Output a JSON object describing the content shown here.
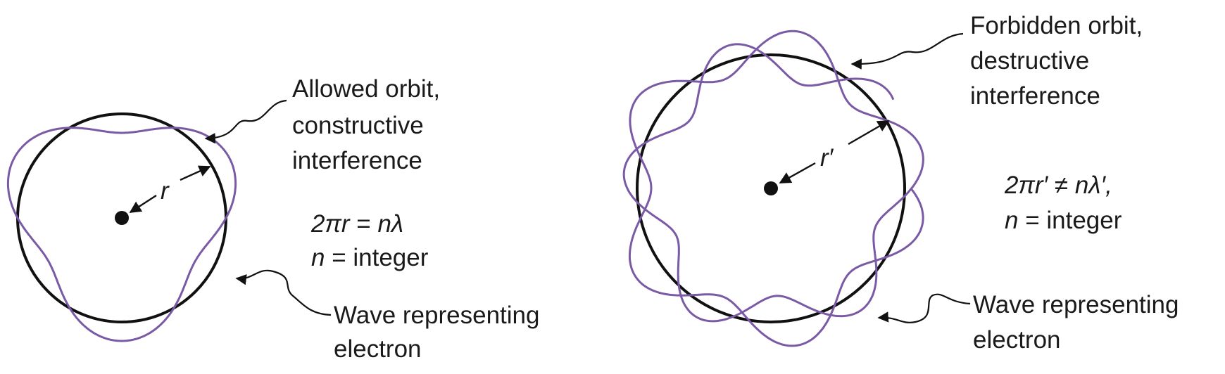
{
  "colors": {
    "wave": "#7a5aa5",
    "orbit": "#111111",
    "text": "#1a1a1a",
    "background": "#ffffff"
  },
  "left_panel": {
    "orbit_label_line1": "Allowed orbit,",
    "orbit_label_line2": "constructive",
    "orbit_label_line3": "interference",
    "radius_label": "r",
    "equation_lhs": "2πr",
    "equation_op": " = ",
    "equation_rhs": "nλ",
    "condition_var": "n",
    "condition_rest": " = integer",
    "wave_label_line1": "Wave representing",
    "wave_label_line2": "electron"
  },
  "right_panel": {
    "orbit_label_line1": "Forbidden orbit,",
    "orbit_label_line2": "destructive",
    "orbit_label_line3": "interference",
    "radius_label": "r′",
    "equation_lhs": "2πr′",
    "equation_op": " ≠ ",
    "equation_rhs": "nλ′,",
    "condition_var": "n",
    "condition_rest": " = integer",
    "wave_label_line1": "Wave representing",
    "wave_label_line2": "electron"
  }
}
